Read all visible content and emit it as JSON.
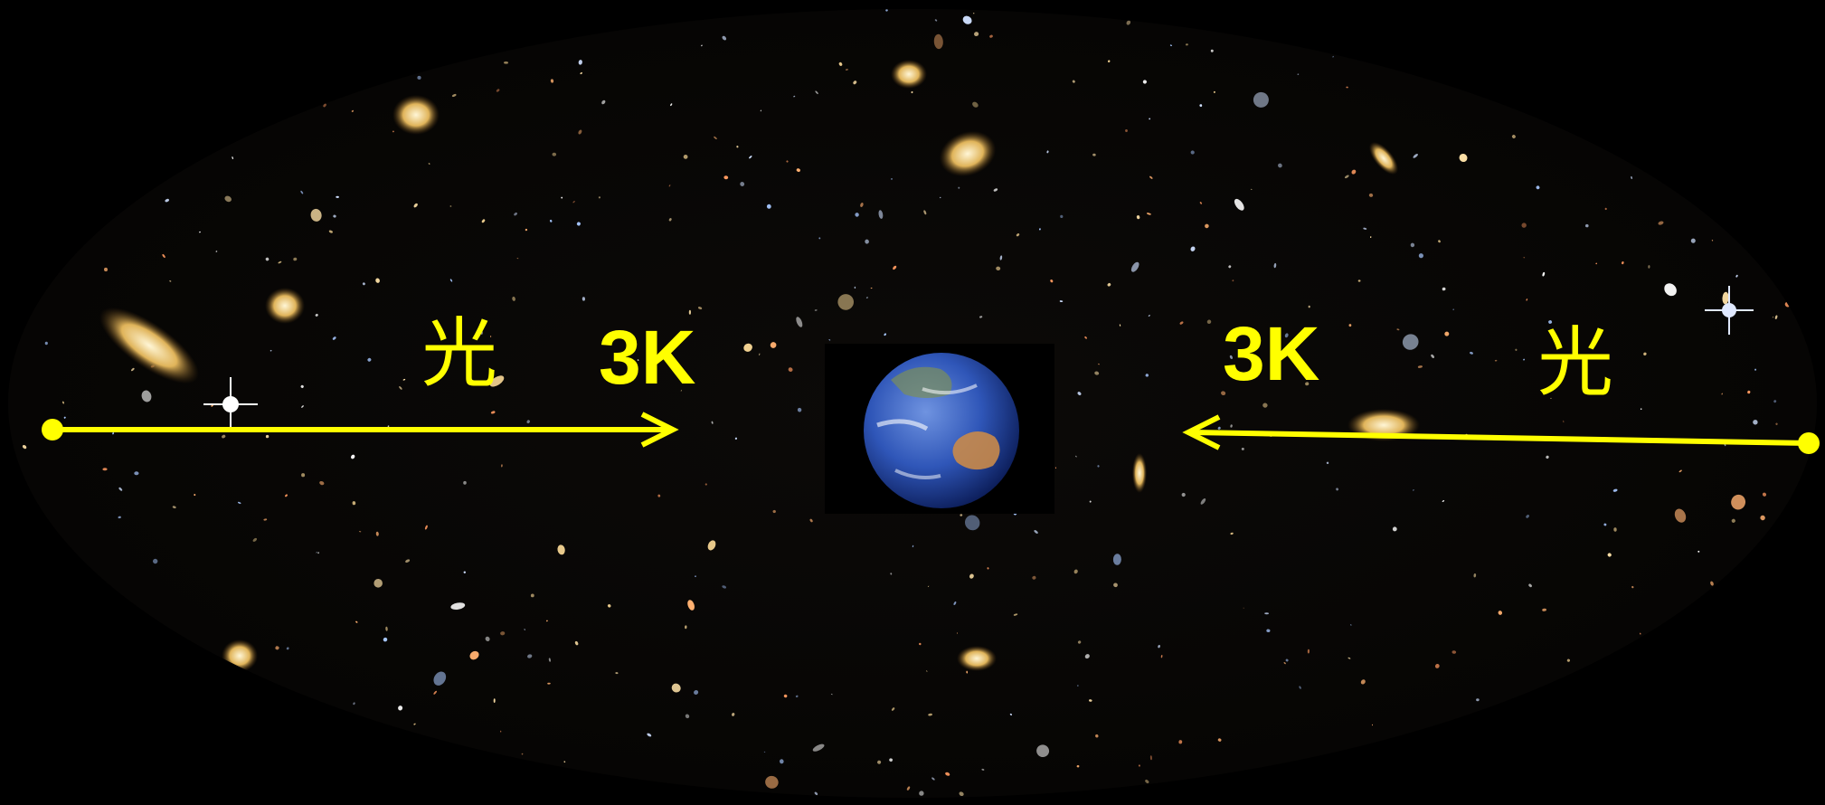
{
  "labels": {
    "left_light": "光",
    "left_temp": "3K",
    "right_temp": "3K",
    "right_light": "光"
  },
  "colors": {
    "background": "#000000",
    "annotation": "#ffff00",
    "sky": "#0a0806",
    "earth_ocean": "#2f56b8",
    "earth_land": "#c98a4a"
  },
  "icons": {
    "center": "earth-icon",
    "left_arrow": "arrow-right-icon",
    "right_arrow": "arrow-left-icon"
  }
}
